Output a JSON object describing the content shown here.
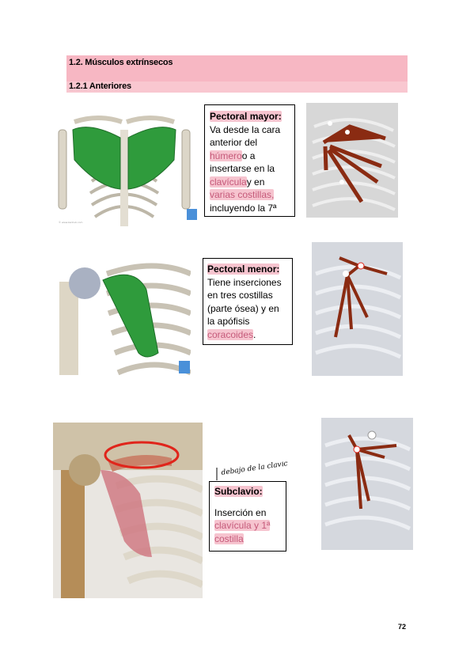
{
  "section": {
    "title": "1.2. Músculos extrínsecos",
    "subtitle": "1.2.1 Anteriores"
  },
  "pectoral_mayor": {
    "title": "Pectoral mayor:",
    "lines": [
      "Va desde la cara",
      "anterior del"
    ],
    "l3_hl": "húmero",
    "l3_rest": "o a",
    "l4": "insertarse en la",
    "l5_hl": "clavícula",
    "l5_rest": "y en",
    "l6_hl": "varias costillas,",
    "l7": "incluyendo la 7ª"
  },
  "pectoral_menor": {
    "title": "Pectoral menor:",
    "lines": [
      "Tiene inserciones",
      "en tres costillas",
      "(parte ósea) y en",
      "la apófisis"
    ],
    "l5_hl": "coracoides",
    "l5_rest": "."
  },
  "subclavio": {
    "title": "Subclavio:",
    "l1": "Inserción en",
    "l2_hl": "clavícula y 1ª",
    "l3_hl": "costilla",
    "note": "debajo de la clavícula"
  },
  "page_number": "72",
  "colors": {
    "band": "#f7b7c3",
    "highlight": "#f6c4cf",
    "muscle_green": "#2f9b3c",
    "muscle_red": "#d07a84",
    "diagram_brown": "#8a2b12",
    "circle": "#e0251b"
  }
}
